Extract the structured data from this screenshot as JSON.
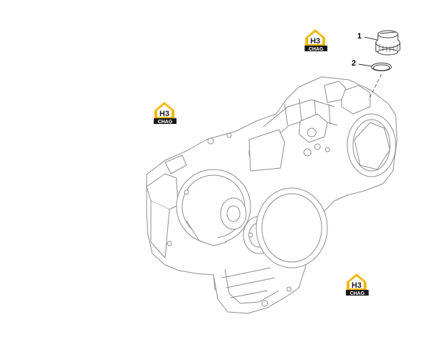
{
  "callouts": [
    {
      "label": "1",
      "part": "filler-cap"
    },
    {
      "label": "2",
      "part": "o-ring-seal"
    }
  ],
  "watermark": {
    "mark": "H3",
    "caption": "CHAG",
    "colors": {
      "house": "#f2b705",
      "text_bg": "#1a1a1a",
      "text": "#ffffff"
    }
  },
  "colors": {
    "line": "#8c8c8c",
    "line_dark": "#3a3a3a",
    "background": "#ffffff"
  }
}
